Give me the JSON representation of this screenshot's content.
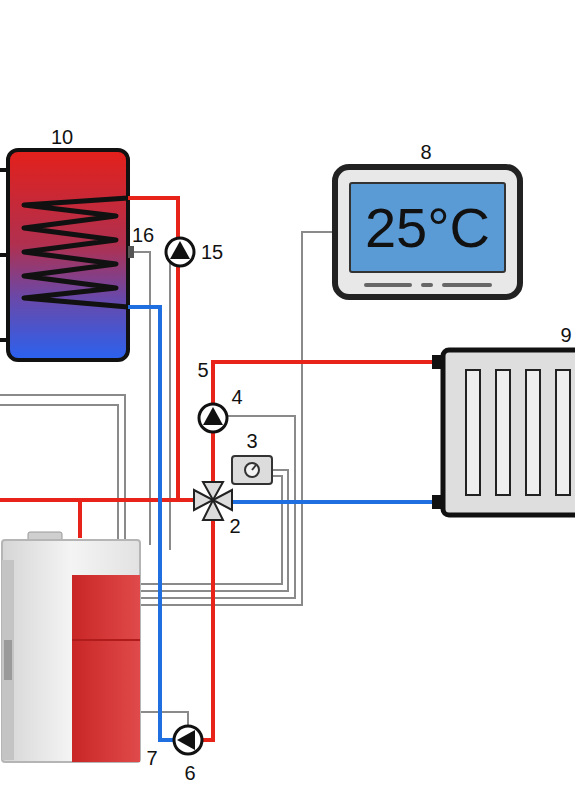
{
  "diagram": {
    "nodes": [
      {
        "text": [
          "25°C"
        ]
      }
    ],
    "labels": [
      "10",
      "8",
      "16",
      "15",
      "5",
      "4",
      "3",
      "2",
      "9",
      "7",
      "6"
    ]
  }
}
